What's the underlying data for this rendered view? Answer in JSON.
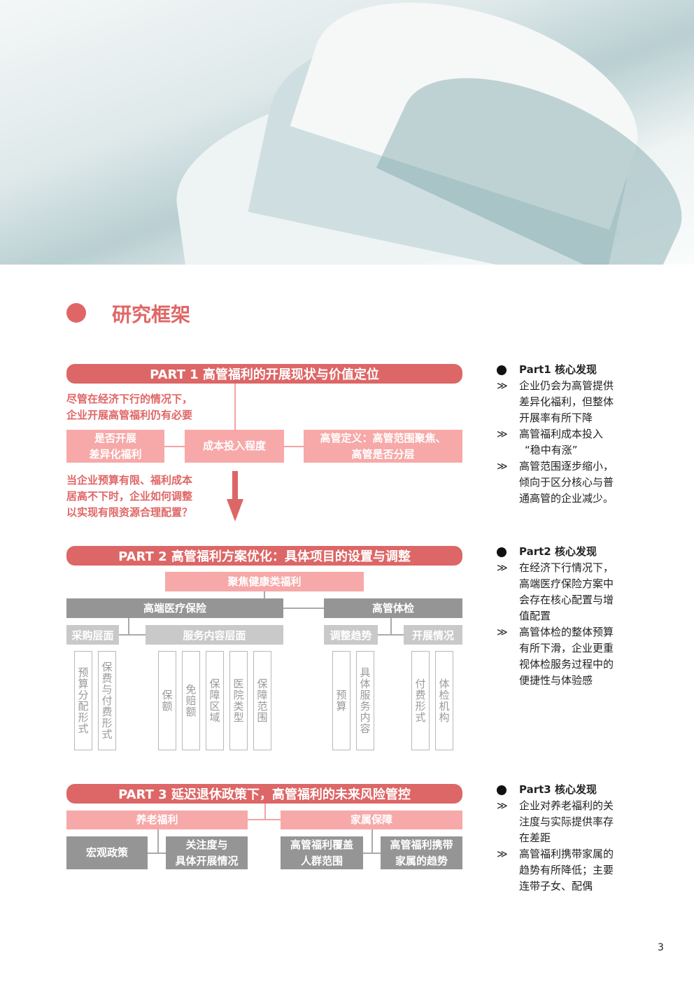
{
  "section_title": "研究框架",
  "part1": {
    "header": "PART 1 高管福利的开展现状与价值定位",
    "intro": [
      "尽管在经济下行的情况下，",
      "企业开展高管福利仍有必要"
    ],
    "boxes": [
      [
        "是否开展",
        "差异化福利"
      ],
      [
        "成本投入程度"
      ],
      [
        "高管定义：高管范围聚焦、",
        "高管是否分层"
      ]
    ],
    "question": [
      "当企业预算有限、福利成本",
      "居高不下时，企业如何调整",
      "以实现有限资源合理配置？"
    ]
  },
  "part2": {
    "header": "PART 2 高管福利方案优化：具体项目的设置与调整",
    "focus": "聚焦健康类福利",
    "groups": [
      {
        "label": "高端医疗保险",
        "subs": [
          {
            "label": "采购层面",
            "items": [
              "预算分配形式",
              "保费与付费形式"
            ]
          },
          {
            "label": "服务内容层面",
            "items": [
              "保额",
              "免赔额",
              "保障区域",
              "医院类型",
              "保障范围"
            ]
          }
        ]
      },
      {
        "label": "高管体检",
        "subs": [
          {
            "label": "调整趋势",
            "items": [
              "预算",
              "具体服务内容"
            ]
          },
          {
            "label": "开展情况",
            "items": [
              "付费形式",
              "体检机构"
            ]
          }
        ]
      }
    ]
  },
  "part3": {
    "header": "PART 3 延迟退休政策下，高管福利的未来风险管控",
    "groups": [
      {
        "label": "养老福利",
        "items": [
          [
            "宏观政策"
          ],
          [
            "关注度与",
            "具体开展情况"
          ]
        ]
      },
      {
        "label": "家属保障",
        "items": [
          [
            "高管福利覆盖",
            "人群范围"
          ],
          [
            "高管福利携带",
            "家属的趋势"
          ]
        ]
      }
    ]
  },
  "findings": [
    {
      "title": "Part1 核心发现",
      "items": [
        [
          "企业仍会为高管提供",
          "差异化福利，但整体",
          "开展率有所下降"
        ],
        [
          "高管福利成本投入",
          "“稳中有涨”"
        ],
        [
          "高管范围逐步缩小，",
          "倾向于区分核心与普",
          "通高管的企业减少。"
        ]
      ]
    },
    {
      "title": "Part2 核心发现",
      "items": [
        [
          "在经济下行情况下，",
          "高端医疗保险方案中",
          "会存在核心配置与增",
          "值配置"
        ],
        [
          "高管体检的整体预算",
          "有所下滑，企业更重",
          "视体检服务过程中的",
          "便捷性与体验感"
        ]
      ]
    },
    {
      "title": "Part3 核心发现",
      "items": [
        [
          "企业对养老福利的关",
          "注度与实际提供率存",
          "在差距"
        ],
        [
          "高管福利携带家属的",
          "趋势有所降低；主要",
          "连带子女、配偶"
        ]
      ]
    }
  ],
  "bullet_icon": "double-chevron-right-icon",
  "page_number": "3",
  "colors": {
    "accent": "#dd6666",
    "pink": "#f7a8a8",
    "gray": "#959595"
  }
}
